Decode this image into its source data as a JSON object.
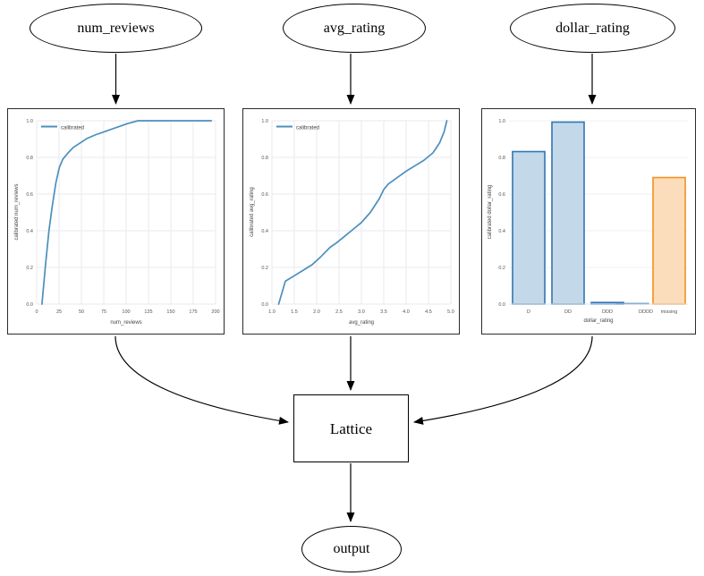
{
  "diagram": {
    "type": "calibrated-lattice-model-graph",
    "nodes": {
      "input_num_reviews": "num_reviews",
      "input_avg_rating": "avg_rating",
      "input_dollar_rating": "dollar_rating",
      "lattice": "Lattice",
      "output": "output"
    },
    "edges": [
      {
        "from": "num_reviews",
        "to": "num_reviews_chart"
      },
      {
        "from": "avg_rating",
        "to": "avg_rating_chart"
      },
      {
        "from": "dollar_rating",
        "to": "dollar_rating_chart"
      },
      {
        "from": "num_reviews_chart",
        "to": "Lattice"
      },
      {
        "from": "avg_rating_chart",
        "to": "Lattice"
      },
      {
        "from": "dollar_rating_chart",
        "to": "Lattice"
      },
      {
        "from": "Lattice",
        "to": "output"
      }
    ]
  },
  "colors": {
    "line_blue": "#4c8fbd",
    "bar_blue_fill": "#c3d9ea",
    "bar_blue_edge": "#3076b4",
    "bar_orange_fill": "#fcddbb",
    "bar_orange_edge": "#f2901f",
    "grid": "#eaeaf2",
    "axis_text": "#555555",
    "panel_border": "#2b2b2b",
    "edge_black": "#000000"
  },
  "chart_data": [
    {
      "id": "num_reviews_chart",
      "type": "line",
      "title": "",
      "xlabel": "num_reviews",
      "ylabel": "calibrated num_reviews",
      "legend": [
        "calibrated"
      ],
      "legend_position": "upper-left",
      "grid": true,
      "xlim": [
        0,
        205
      ],
      "ylim": [
        -0.03,
        1.05
      ],
      "xticks": [
        0,
        25,
        50,
        75,
        100,
        125,
        150,
        175,
        200
      ],
      "xticklabels": [
        "0",
        "25",
        "50",
        "75",
        "100",
        "125",
        "150",
        "175",
        "200"
      ],
      "yticks": [
        0.0,
        0.2,
        0.4,
        0.6,
        0.8,
        1.0
      ],
      "yticklabels": [
        "0.0",
        "0.2",
        "0.4",
        "0.6",
        "0.8",
        "1.0"
      ],
      "series": [
        {
          "name": "calibrated",
          "x": [
            6,
            10,
            14,
            18,
            22,
            26,
            30,
            36,
            42,
            50,
            58,
            68,
            80,
            92,
            104,
            116,
            130,
            150,
            175,
            200
          ],
          "y": [
            0.0,
            0.21,
            0.4,
            0.54,
            0.66,
            0.745,
            0.79,
            0.825,
            0.855,
            0.88,
            0.905,
            0.925,
            0.945,
            0.965,
            0.985,
            1.0,
            1.0,
            1.0,
            1.0,
            1.0
          ]
        }
      ]
    },
    {
      "id": "avg_rating_chart",
      "type": "line",
      "title": "",
      "xlabel": "avg_rating",
      "ylabel": "calibrated avg_rating",
      "legend": [
        "calibrated"
      ],
      "legend_position": "upper-left",
      "grid": true,
      "xlim": [
        1.0,
        5.0
      ],
      "ylim": [
        -0.03,
        1.05
      ],
      "xticks": [
        1.0,
        1.5,
        2.0,
        2.5,
        3.0,
        3.5,
        4.0,
        4.5,
        5.0
      ],
      "xticklabels": [
        "1.0",
        "1.5",
        "2.0",
        "2.5",
        "3.0",
        "3.5",
        "4.0",
        "4.5",
        "5.0"
      ],
      "yticks": [
        0.0,
        0.2,
        0.4,
        0.6,
        0.8,
        1.0
      ],
      "yticklabels": [
        "0.0",
        "0.2",
        "0.4",
        "0.6",
        "0.8",
        "1.0"
      ],
      "series": [
        {
          "name": "calibrated",
          "x": [
            1.15,
            1.3,
            1.5,
            1.7,
            1.9,
            2.1,
            2.3,
            2.45,
            2.6,
            2.8,
            3.0,
            3.2,
            3.4,
            3.5,
            3.6,
            3.8,
            4.0,
            4.2,
            4.4,
            4.6,
            4.75,
            4.85,
            4.9
          ],
          "y": [
            0.0,
            0.125,
            0.155,
            0.185,
            0.215,
            0.26,
            0.31,
            0.335,
            0.365,
            0.405,
            0.445,
            0.5,
            0.575,
            0.625,
            0.655,
            0.69,
            0.725,
            0.755,
            0.785,
            0.825,
            0.885,
            0.945,
            1.0
          ]
        }
      ]
    },
    {
      "id": "dollar_rating_chart",
      "type": "bar",
      "title": "",
      "xlabel": "dollar_rating",
      "ylabel": "calibrated dollar_rating",
      "grid": true,
      "ylim": [
        0.0,
        1.05
      ],
      "yticks": [
        0.0,
        0.2,
        0.4,
        0.6,
        0.8,
        1.0
      ],
      "yticklabels": [
        "0.0",
        "0.2",
        "0.4",
        "0.6",
        "0.8",
        "1.0"
      ],
      "categories": [
        "D",
        "DD",
        "DDD",
        "DDDD",
        "missing"
      ],
      "values": [
        0.832,
        0.992,
        0.009,
        0.0,
        0.692
      ],
      "bar_colors": [
        "blue",
        "blue",
        "blue",
        "blue",
        "orange"
      ]
    }
  ]
}
